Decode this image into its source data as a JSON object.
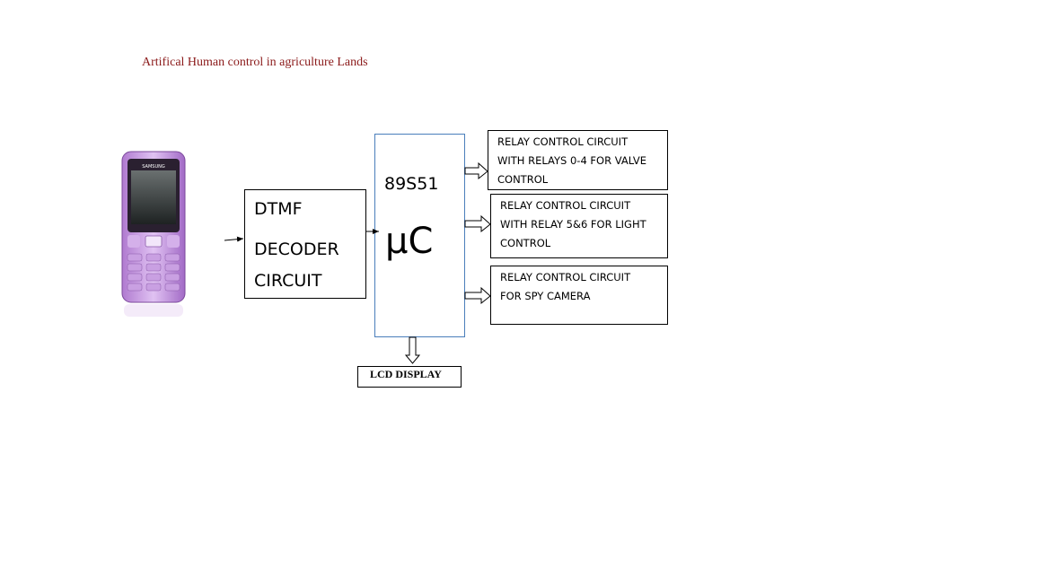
{
  "title": "Artifical Human control in agriculture Lands",
  "phone": {
    "brand_label": "SAMSUNG",
    "image": "mobile-phone-image",
    "color": "#c89be0"
  },
  "dtmf_decoder": {
    "lines": [
      "DTMF",
      "DECODER",
      "CIRCUIT"
    ]
  },
  "microcontroller": {
    "model": "89S51",
    "symbol": "μC",
    "border_color": "#4a7ebb"
  },
  "relays": [
    {
      "lines": [
        "RELAY CONTROL CIRCUIT",
        "WITH RELAYS 0-4 FOR VALVE",
        "CONTROL"
      ]
    },
    {
      "lines": [
        "RELAY CONTROL CIRCUIT",
        "WITH RELAY 5&6 FOR LIGHT",
        "CONTROL"
      ]
    },
    {
      "lines": [
        "RELAY CONTROL CIRCUIT",
        "FOR SPY CAMERA"
      ]
    }
  ],
  "lcd_display": {
    "label": "LCD DISPLAY"
  },
  "title_color": "#8b1a1a"
}
